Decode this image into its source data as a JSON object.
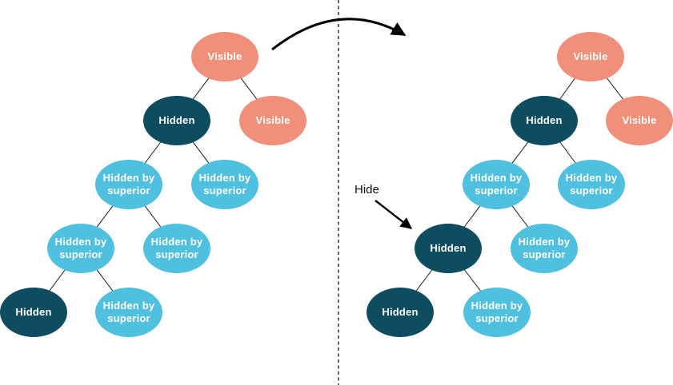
{
  "colors": {
    "visible": "#F0907A",
    "hidden": "#0E4D5F",
    "hidden_by_superior": "#4FC0DF",
    "node_text": "#FFFFFF",
    "edge_line": "#1A1A1A",
    "arrow": "#000000"
  },
  "annotations": {
    "hide_label": "Hide"
  },
  "trees": {
    "left": {
      "nodes": [
        {
          "label": "Visible",
          "state": "visible"
        },
        {
          "label": "Hidden",
          "state": "hidden"
        },
        {
          "label": "Visible",
          "state": "visible"
        },
        {
          "label": "Hidden by superior",
          "state": "hidden-by-superior"
        },
        {
          "label": "Hidden by superior",
          "state": "hidden-by-superior"
        },
        {
          "label": "Hidden by superior",
          "state": "hidden-by-superior"
        },
        {
          "label": "Hidden by superior",
          "state": "hidden-by-superior"
        },
        {
          "label": "Hidden",
          "state": "hidden"
        },
        {
          "label": "Hidden by superior",
          "state": "hidden-by-superior"
        }
      ]
    },
    "right": {
      "nodes": [
        {
          "label": "Visible",
          "state": "visible"
        },
        {
          "label": "Hidden",
          "state": "hidden"
        },
        {
          "label": "Visible",
          "state": "visible"
        },
        {
          "label": "Hidden by superior",
          "state": "hidden-by-superior"
        },
        {
          "label": "Hidden by superior",
          "state": "hidden-by-superior"
        },
        {
          "label": "Hidden",
          "state": "hidden"
        },
        {
          "label": "Hidden by superior",
          "state": "hidden-by-superior"
        },
        {
          "label": "Hidden",
          "state": "hidden"
        },
        {
          "label": "Hidden by superior",
          "state": "hidden-by-superior"
        }
      ]
    }
  }
}
